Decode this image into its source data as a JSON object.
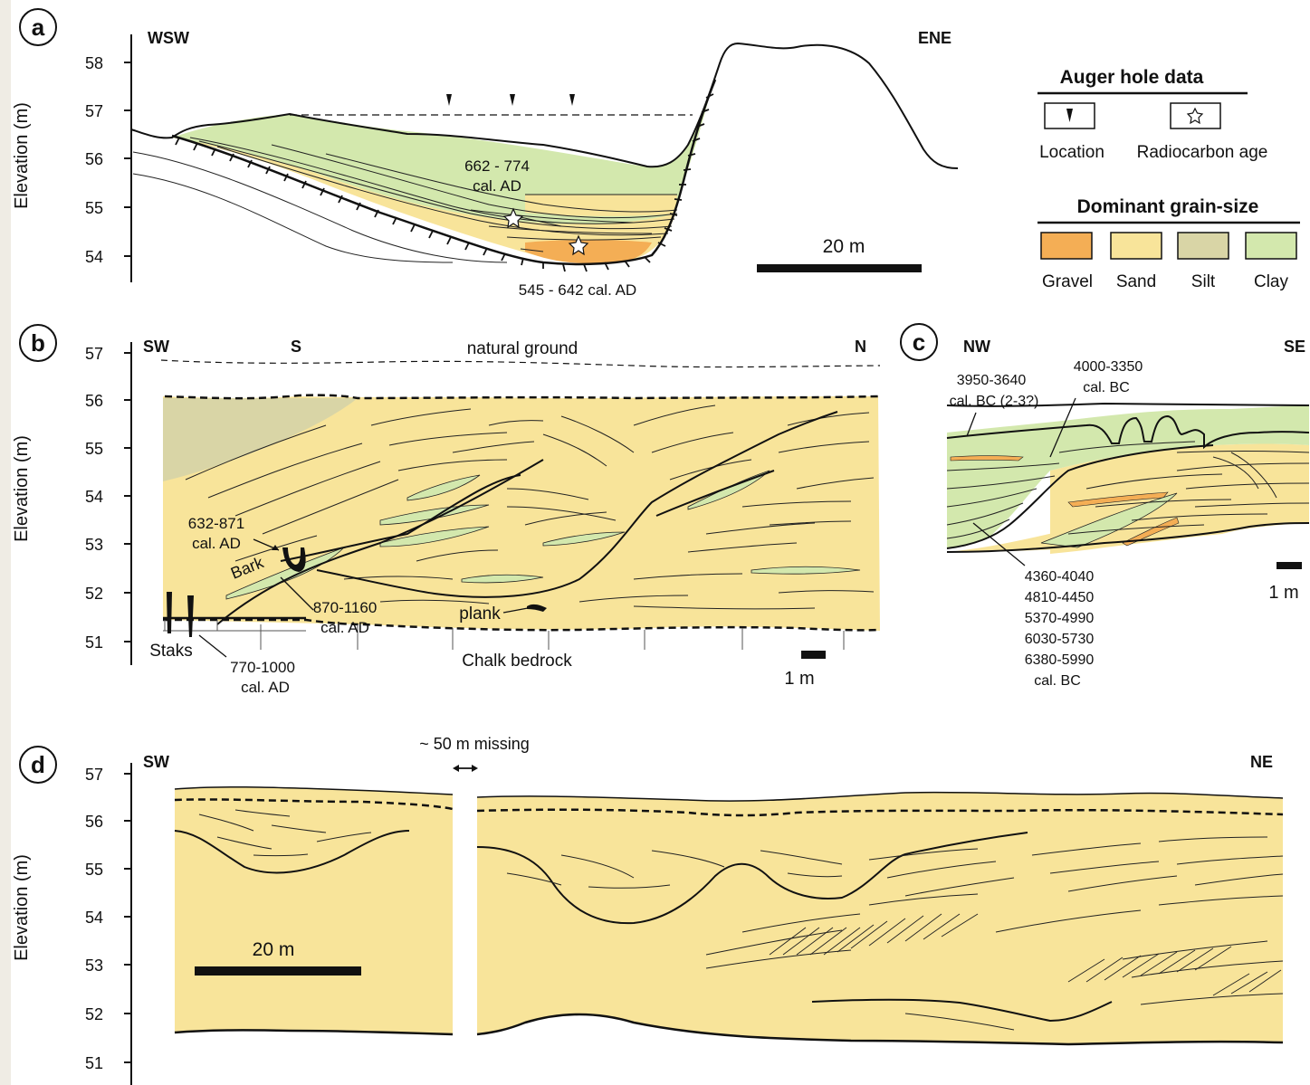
{
  "colors": {
    "gravel": "#f4ae55",
    "sand": "#f8e49a",
    "silt": "#d9d5a6",
    "clay": "#d3e8ad",
    "line": "#111111"
  },
  "ylabel": "Elevation (m)",
  "panel_a": {
    "letter": "a",
    "left_dir": "WSW",
    "right_dir": "ENE",
    "ticks": [
      "58",
      "57",
      "56",
      "55",
      "54"
    ],
    "age_upper_1": "662 - 774",
    "age_upper_2": "cal. AD",
    "age_lower": "545 - 642 cal. AD",
    "scale": "20 m"
  },
  "legend": {
    "auger_title": "Auger hole data",
    "location": "Location",
    "radiocarbon": "Radiocarbon age",
    "grain_title": "Dominant grain-size",
    "gravel": "Gravel",
    "sand": "Sand",
    "silt": "Silt",
    "clay": "Clay"
  },
  "panel_b": {
    "letter": "b",
    "sw": "SW",
    "s": "S",
    "n": "N",
    "natural_ground": "natural ground",
    "ticks": [
      "57",
      "56",
      "55",
      "54",
      "53",
      "52",
      "51"
    ],
    "age1_1": "632-871",
    "age1_2": "cal. AD",
    "bark": "Bark",
    "age2_1": "870-1160",
    "age2_2": "cal. AD",
    "plank": "plank",
    "staks": "Staks",
    "age3_1": "770-1000",
    "age3_2": "cal. AD",
    "chalk": "Chalk bedrock",
    "scale": "1 m"
  },
  "panel_c": {
    "letter": "c",
    "nw": "NW",
    "se": "SE",
    "age1_1": "3950-3640",
    "age1_2": "cal. BC (2-3?)",
    "age2_1": "4000-3350",
    "age2_2": "cal. BC",
    "ages_list": [
      "4360-4040",
      "4810-4450",
      "5370-4990",
      "6030-5730",
      "6380-5990",
      "cal. BC"
    ],
    "scale": "1 m"
  },
  "panel_d": {
    "letter": "d",
    "sw": "SW",
    "ne": "NE",
    "missing": "~ 50 m missing",
    "ticks": [
      "57",
      "56",
      "55",
      "54",
      "53",
      "52",
      "51"
    ],
    "scale": "20 m"
  }
}
